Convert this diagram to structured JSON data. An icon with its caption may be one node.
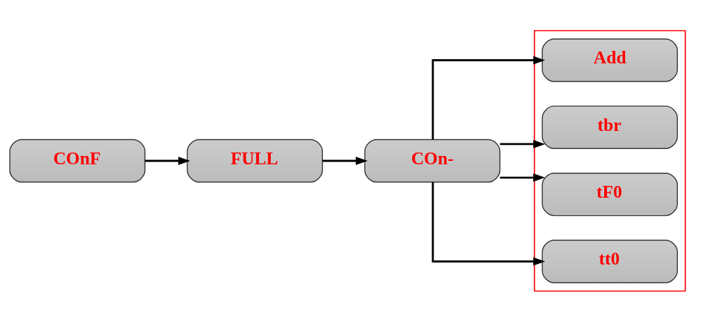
{
  "diagram": {
    "nodes": [
      {
        "text": [
          "COnF"
        ]
      },
      {
        "text": [
          "FULL"
        ]
      },
      {
        "text": [
          "COn-"
        ]
      },
      {
        "text": [],
        "shape": "box"
      },
      {
        "text": [
          "Add"
        ],
        "in": 3
      },
      {
        "text": [
          "tbr"
        ],
        "in": 3
      },
      {
        "text": [
          "tF0"
        ],
        "in": 3
      },
      {
        "text": [
          "tt0"
        ],
        "in": 3
      }
    ],
    "edges": [
      {
        "from": 0,
        "to": 1,
        "arrow": "to"
      },
      {
        "from": 1,
        "to": 2,
        "arrow": "to"
      },
      {
        "from": 2,
        "to": 4,
        "arrow": "to"
      },
      {
        "from": 2,
        "to": 5,
        "arrow": "to"
      },
      {
        "from": 2,
        "to": 6,
        "arrow": "to"
      },
      {
        "from": 2,
        "to": 7,
        "arrow": "to"
      }
    ]
  }
}
